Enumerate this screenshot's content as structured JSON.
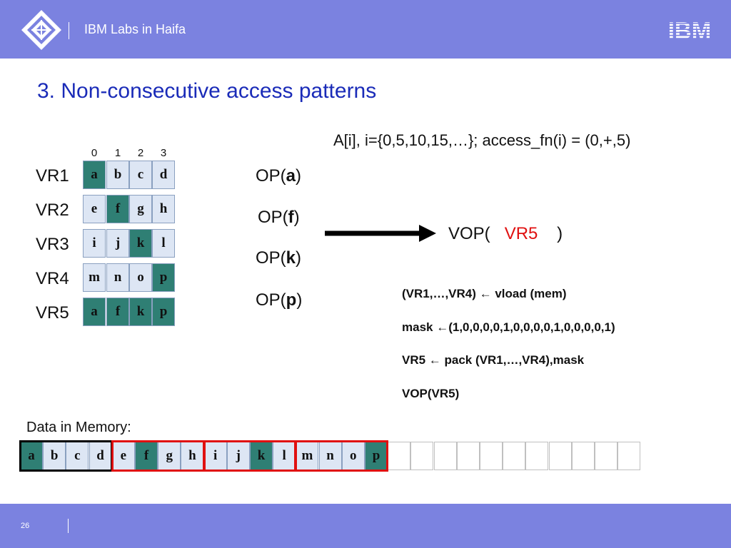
{
  "header": {
    "title": "IBM Labs in Haifa",
    "brand": "IBM"
  },
  "slide": {
    "title": "3. Non-consecutive access patterns",
    "formula": "A[i], i={0,5,10,15,…};  access_fn(i) = (0,+,5)"
  },
  "index_labels": [
    "0",
    "1",
    "2",
    "3"
  ],
  "registers": [
    {
      "label": "VR1",
      "cells": [
        "a",
        "b",
        "c",
        "d"
      ],
      "highlight": [
        true,
        false,
        false,
        false
      ]
    },
    {
      "label": "VR2",
      "cells": [
        "e",
        "f",
        "g",
        "h"
      ],
      "highlight": [
        false,
        true,
        false,
        false
      ]
    },
    {
      "label": "VR3",
      "cells": [
        "i",
        "j",
        "k",
        "l"
      ],
      "highlight": [
        false,
        false,
        true,
        false
      ]
    },
    {
      "label": "VR4",
      "cells": [
        "m",
        "n",
        "o",
        "p"
      ],
      "highlight": [
        false,
        false,
        false,
        true
      ]
    },
    {
      "label": "VR5",
      "cells": [
        "a",
        "f",
        "k",
        "p"
      ],
      "highlight": [
        true,
        true,
        true,
        true
      ]
    }
  ],
  "ops": [
    {
      "prefix": "OP(",
      "arg": "a",
      "suffix": ")"
    },
    {
      "prefix": "OP(",
      "arg": "f",
      "suffix": ")"
    },
    {
      "prefix": "OP(",
      "arg": "k",
      "suffix": ")"
    },
    {
      "prefix": "OP(",
      "arg": "p",
      "suffix": ")"
    }
  ],
  "vop": {
    "prefix": "VOP(",
    "arg": "VR5",
    "suffix": ")"
  },
  "code_lines": [
    "(VR1,…,VR4) ← vload (mem)",
    "mask ←(1,0,0,0,0,1,0,0,0,0,1,0,0,0,0,1)",
    "VR5 ← pack (VR1,…,VR4),mask",
    "VOP(VR5)"
  ],
  "memory": {
    "title": "Data in Memory:",
    "cells": [
      "a",
      "b",
      "c",
      "d",
      "e",
      "f",
      "g",
      "h",
      "i",
      "j",
      "k",
      "l",
      "m",
      "n",
      "o",
      "p",
      "",
      "",
      "",
      "",
      "",
      "",
      "",
      "",
      "",
      "",
      ""
    ],
    "highlight_indices": [
      0,
      5,
      10,
      15
    ],
    "groups": [
      {
        "start": 0,
        "end": 3,
        "color": "#000000"
      },
      {
        "start": 4,
        "end": 7,
        "color": "#e01010"
      },
      {
        "start": 8,
        "end": 11,
        "color": "#e01010"
      },
      {
        "start": 12,
        "end": 15,
        "color": "#e01010"
      }
    ]
  },
  "colors": {
    "header_bg": "#7b82e0",
    "title": "#1a2bb8",
    "highlight": "#2f7f74",
    "cell_bg": "#dde6f4",
    "accent_red": "#e01010"
  },
  "footer": {
    "page_number": "26"
  }
}
